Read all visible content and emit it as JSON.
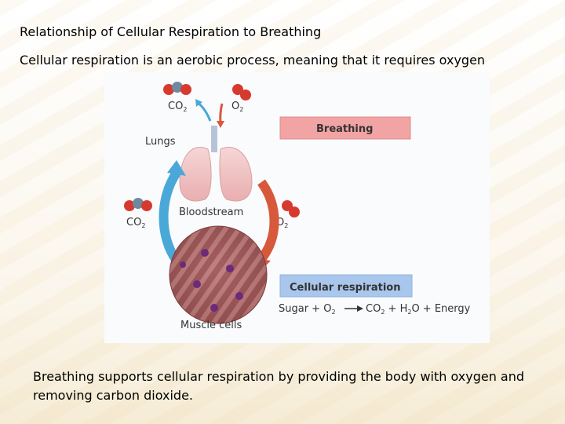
{
  "slide": {
    "title": "Relationship of Cellular Respiration to Breathing",
    "subtitle": "Cellular respiration is an aerobic process, meaning that it requires oxygen",
    "caption": "Breathing supports cellular respiration by providing the body with oxygen and removing carbon dioxide."
  },
  "figure": {
    "breathing_label": "Breathing",
    "lungs_label": "Lungs",
    "bloodstream_label": "Bloodstream",
    "muscle_label": "Muscle cells",
    "cellular_label": "Cellular respiration",
    "co2_top": "CO",
    "co2_top_sub": "2",
    "o2_top": "O",
    "o2_top_sub": "2",
    "co2_left": "CO",
    "co2_left_sub": "2",
    "o2_right": "O",
    "o2_right_sub": "2",
    "eq_sugar": "Sugar + O",
    "eq_sugar_sub": "2",
    "eq_co2": "CO",
    "eq_co2_sub": "2",
    "eq_plus_h": " + H",
    "eq_h_sub": "2",
    "eq_rest": "O + Energy",
    "colors": {
      "breathing_box": "#f2a3a3",
      "cellular_box": "#a9c6ec",
      "blue_arrow": "#4aa8d8",
      "red_arrow": "#d8583c",
      "lung": "#f1c6c6",
      "muscle": "#9a5a5a"
    }
  }
}
